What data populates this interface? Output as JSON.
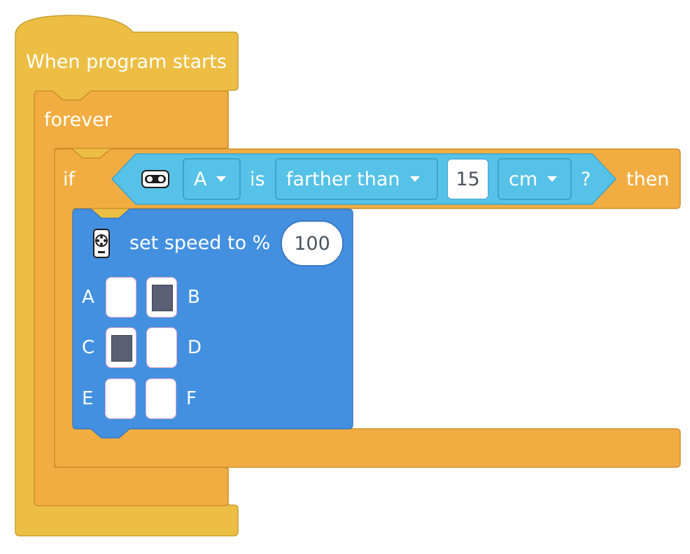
{
  "event_block": {
    "label": "When program starts"
  },
  "forever_block": {
    "label": "forever"
  },
  "if_block": {
    "if_label": "if",
    "then_label": "then",
    "condition": {
      "sensor_icon": "distance-sensor-icon",
      "port": "A",
      "is_label": "is",
      "comparison": "farther than",
      "value": "15",
      "unit": "cm",
      "question": "?"
    }
  },
  "motor_block": {
    "icon": "motor-icon",
    "label": "set speed to %",
    "value": "100",
    "ports": [
      {
        "label": "A",
        "selected": false
      },
      {
        "label": "B",
        "selected": true
      },
      {
        "label": "C",
        "selected": true
      },
      {
        "label": "D",
        "selected": false
      },
      {
        "label": "E",
        "selected": false
      },
      {
        "label": "F",
        "selected": false
      }
    ]
  },
  "colors": {
    "event": "#ecbe43",
    "control": "#f2ad42",
    "sensor": "#56c2e8",
    "motor": "#4490e0"
  }
}
